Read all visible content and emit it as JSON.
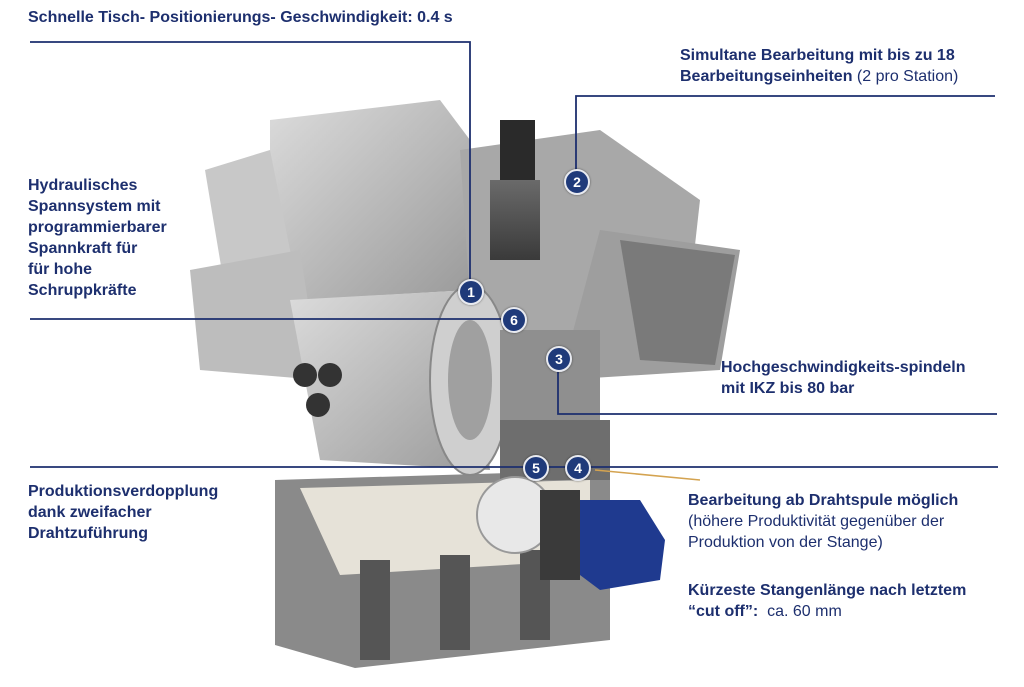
{
  "labels": {
    "tisch": "Schnelle Tisch- Positionierungs- Geschwindigkeit: 0.4 s",
    "simultan_line1": "Simultane Bearbeitung mit bis zu 18",
    "simultan_line2": "Bearbeitungseinheiten",
    "simultan_suffix": " (2 pro Station)",
    "hydr_line1": "Hydraulisches",
    "hydr_line2": "Spannsystem mit",
    "hydr_line3": "programmierbarer",
    "hydr_line4": "Spannkraft für",
    "hydr_line5": "für hohe",
    "hydr_line6": "Schruppkräfte",
    "hgs_line1": "Hochgeschwindigkeits-spindeln",
    "hgs_line2": "mit IKZ bis 80 bar",
    "prod_line1": "Produktionsverdopplung",
    "prod_line2": "dank zweifacher",
    "prod_line3": "Drahtzuführung",
    "draht_line1": "Bearbeitung ab Drahtspule möglich",
    "draht_line2": "(höhere Produktivität gegenüber der",
    "draht_line3": "Produktion von der Stange)",
    "kurz_line1": "Kürzeste Stangenlänge nach letztem",
    "kurz_quote": "“cut off”:",
    "kurz_value": "  ca. 60 mm"
  },
  "markers": [
    "1",
    "2",
    "3",
    "4",
    "5",
    "6"
  ],
  "colors": {
    "text": "#1d2f6e",
    "marker": "#1f3a7a",
    "lines": "#1d2f6e"
  }
}
